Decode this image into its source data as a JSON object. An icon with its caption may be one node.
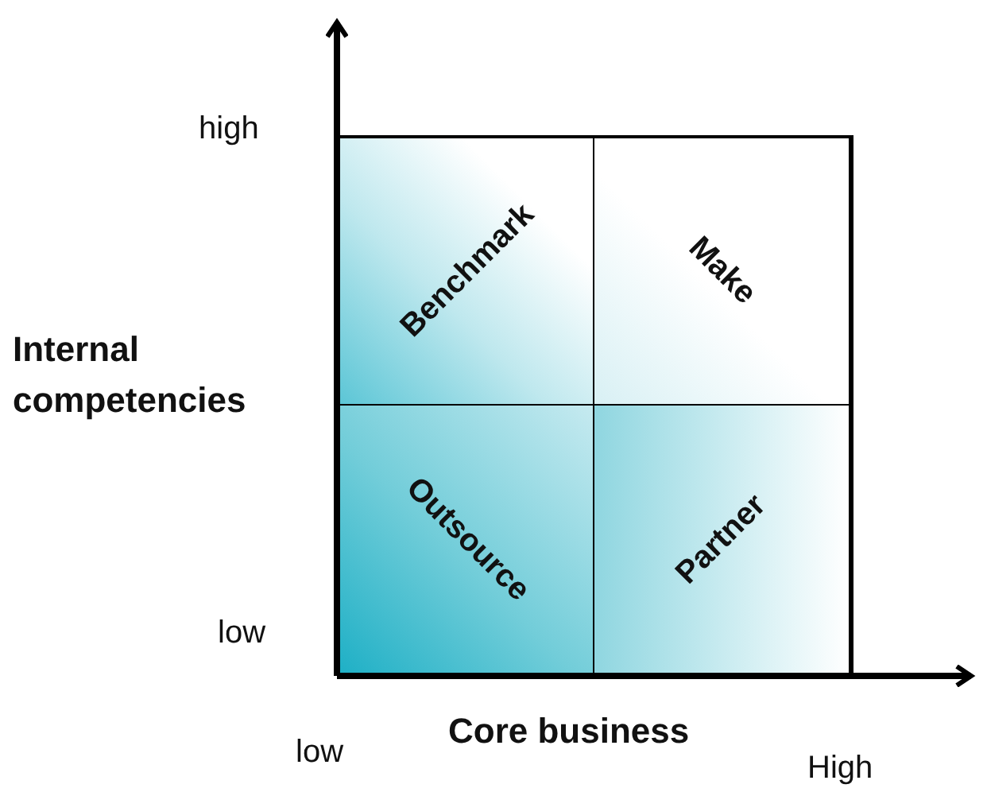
{
  "diagram": {
    "nodes": [
      {
        "text": [
          "Benchmark"
        ]
      },
      {
        "text": [
          "Make"
        ]
      },
      {
        "text": [
          "Outsource"
        ]
      },
      {
        "text": [
          "Partner"
        ]
      }
    ],
    "labels": [
      "high",
      "Internal competencies",
      "low",
      "low",
      "Core business",
      "High"
    ]
  }
}
